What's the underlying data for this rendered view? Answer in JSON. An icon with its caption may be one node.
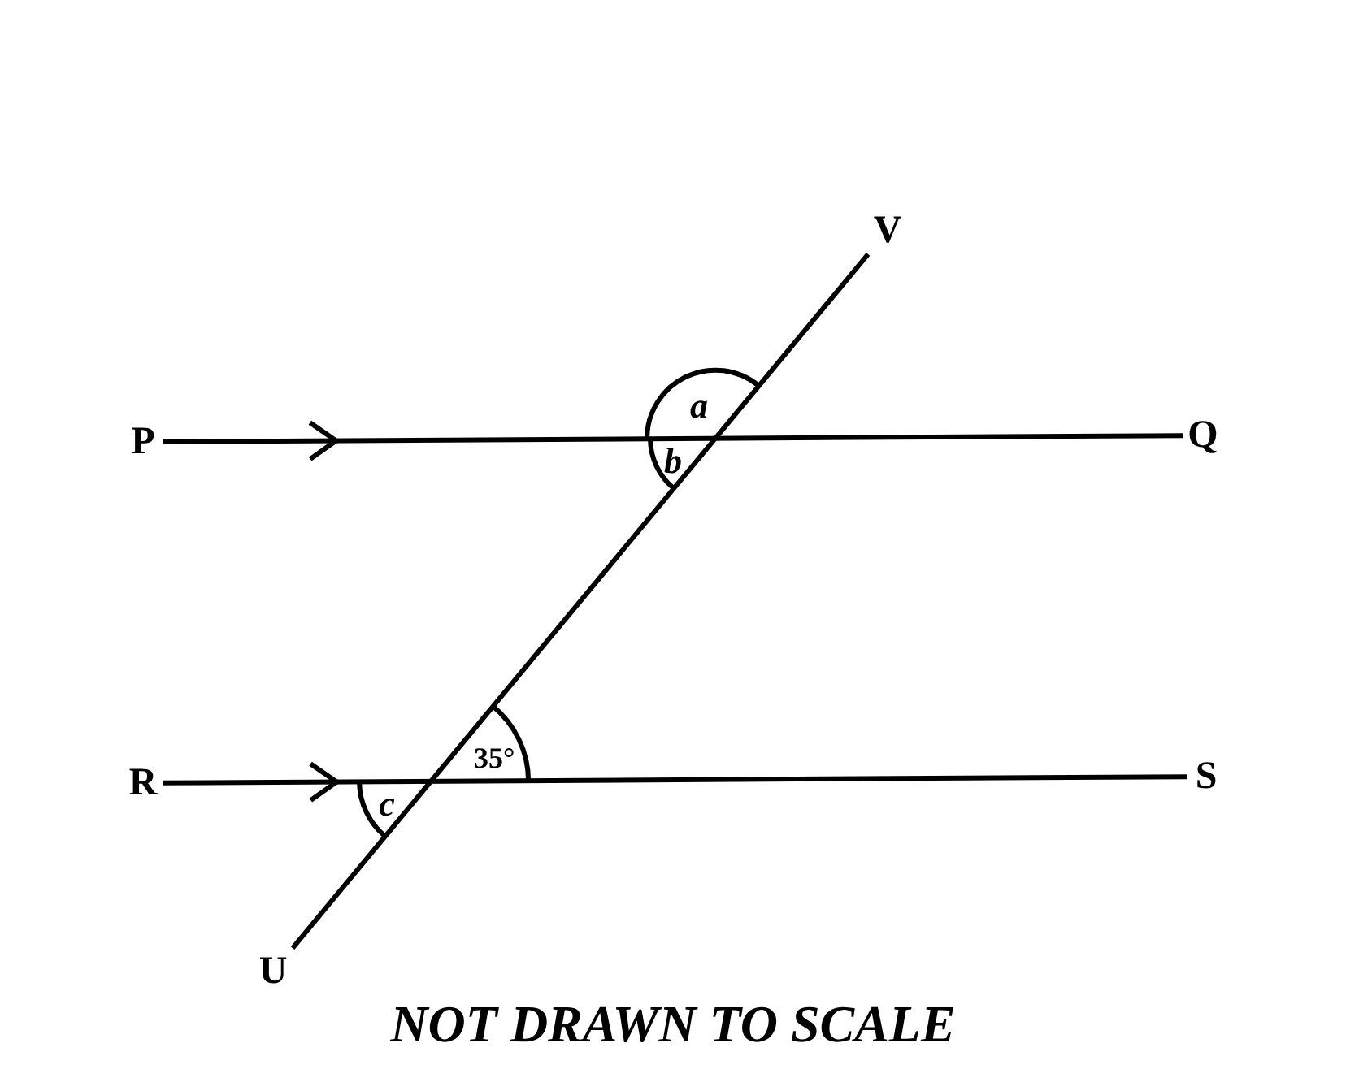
{
  "diagram": {
    "caption": "NOT DRAWN TO SCALE",
    "nodes": [
      {
        "text": [
          "P"
        ]
      },
      {
        "text": [
          "Q"
        ]
      },
      {
        "text": [
          "R"
        ]
      },
      {
        "text": [
          "S"
        ]
      },
      {
        "text": [
          "U"
        ]
      },
      {
        "text": [
          "V"
        ]
      }
    ],
    "edges": [
      {
        "from": 0,
        "to": 1,
        "arrow": "to"
      },
      {
        "from": 2,
        "to": 3,
        "arrow": "to"
      },
      {
        "from": 4,
        "to": 5,
        "arrow": "none"
      }
    ],
    "labels": [
      "a",
      "b",
      "35°",
      "c"
    ]
  }
}
